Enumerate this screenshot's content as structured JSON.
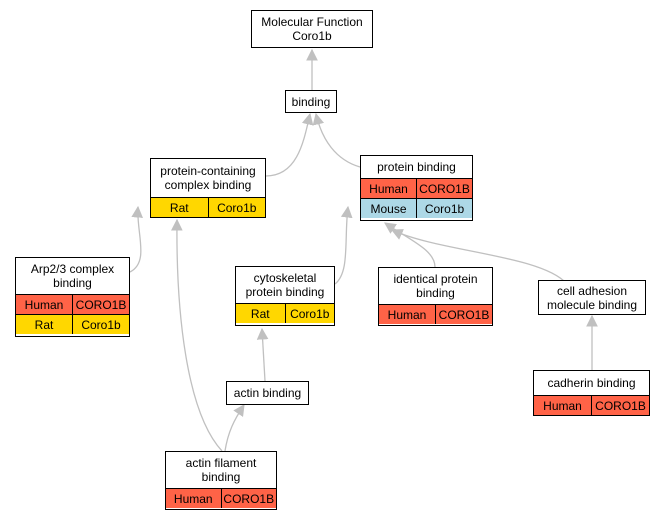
{
  "nodes": {
    "mf": {
      "title": "Molecular Function\nCoro1b",
      "rows": []
    },
    "binding": {
      "title": "binding",
      "rows": []
    },
    "pccb": {
      "title": "protein-containing\ncomplex binding",
      "rows": [
        {
          "species": "Rat",
          "gene": "Coro1b"
        }
      ]
    },
    "pb": {
      "title": "protein binding",
      "rows": [
        {
          "species": "Human",
          "gene": "CORO1B"
        },
        {
          "species": "Mouse",
          "gene": "Coro1b"
        }
      ]
    },
    "arp": {
      "title": "Arp2/3 complex\nbinding",
      "rows": [
        {
          "species": "Human",
          "gene": "CORO1B"
        },
        {
          "species": "Rat",
          "gene": "Coro1b"
        }
      ]
    },
    "cyto": {
      "title": "cytoskeletal\nprotein binding",
      "rows": [
        {
          "species": "Rat",
          "gene": "Coro1b"
        }
      ]
    },
    "ident": {
      "title": "identical protein\nbinding",
      "rows": [
        {
          "species": "Human",
          "gene": "CORO1B"
        }
      ]
    },
    "cam": {
      "title": "cell adhesion\nmolecule binding",
      "rows": []
    },
    "actin": {
      "title": "actin binding",
      "rows": []
    },
    "cadh": {
      "title": "cadherin binding",
      "rows": [
        {
          "species": "Human",
          "gene": "CORO1B"
        }
      ]
    },
    "afb": {
      "title": "actin filament\nbinding",
      "rows": [
        {
          "species": "Human",
          "gene": "CORO1B"
        }
      ]
    }
  },
  "colors": {
    "Human": "#FF6347",
    "Rat": "#FFD700",
    "Mouse": "#ADD8E6",
    "edge": "#C0C0C0"
  }
}
